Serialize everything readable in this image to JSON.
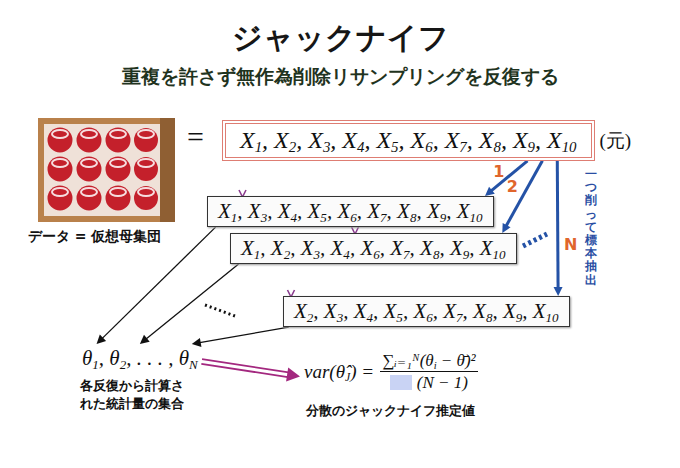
{
  "diagram": {
    "title": "ジャックナイフ",
    "nodes": [
      {
        "text": [
          "X1, X2, X3, X4, X5, X6, X7, X8, X9, X10"
        ]
      },
      {
        "text": [
          "X1, X3, X4, X5, X6, X7, X8, X9, X10"
        ]
      },
      {
        "text": [
          "X1, X2, X3, X4, X6, X7, X8, X9, X10"
        ]
      },
      {
        "text": [
          "X2, X3, X4, X5, X6, X7, X8, X9, X10"
        ]
      },
      {
        "text": [
          "θ1, θ2, . . . , θN",
          "各反復から計算された統計量の集合"
        ]
      },
      {
        "text": [
          "var(θ̂J) =",
          "∑ᵢ₌₁ᴺ(θi − θ̄)²",
          "(N − 1)",
          "分散のジャックナイフ推定値"
        ]
      }
    ],
    "edges": [
      {
        "from": 0,
        "to": 1,
        "arrow": "to",
        "label": "1"
      },
      {
        "from": 0,
        "to": 2,
        "arrow": "to",
        "label": "2"
      },
      {
        "from": 0,
        "to": 3,
        "arrow": "to",
        "label": "N"
      },
      {
        "from": 1,
        "to": 4,
        "arrow": "to"
      },
      {
        "from": 2,
        "to": 4,
        "arrow": "to"
      },
      {
        "from": 3,
        "to": 4,
        "arrow": "to"
      },
      {
        "from": 4,
        "to": 5,
        "arrow": "to"
      }
    ],
    "labels": [
      "重複を許さず無作為削除リサンプリングを反復する",
      "=",
      "(元)",
      "データ = 仮想母集団",
      "一つ削って標本抽出"
    ]
  }
}
